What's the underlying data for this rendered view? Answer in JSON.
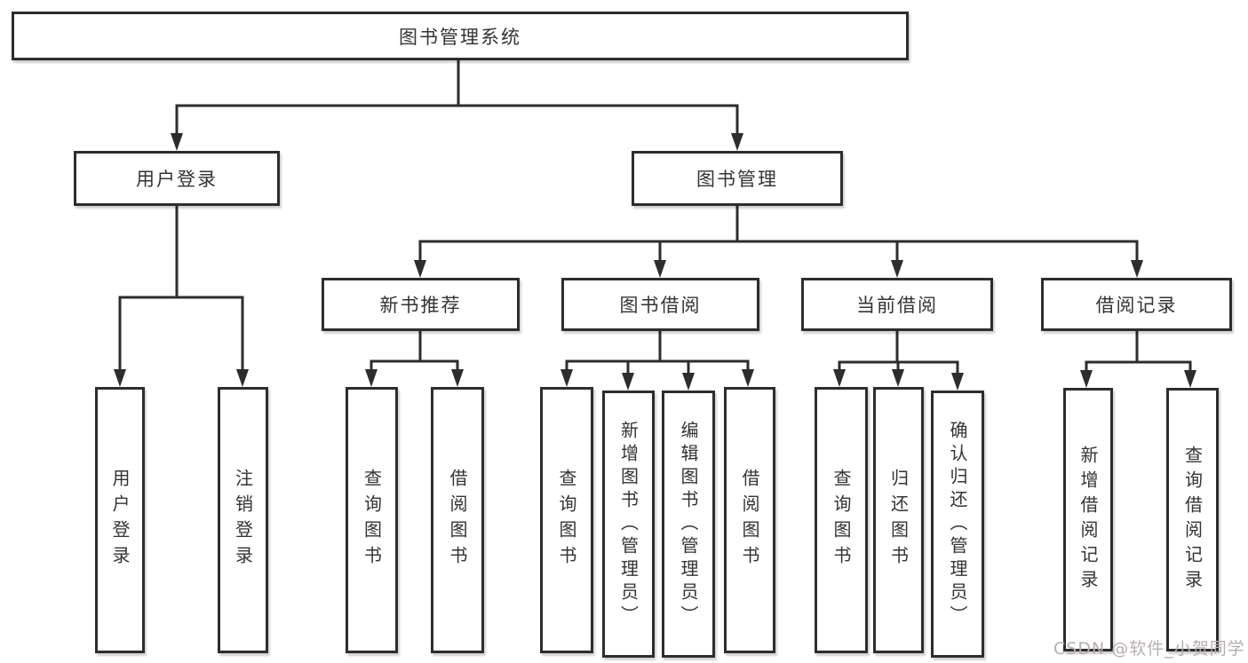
{
  "colors": {
    "line": "#2d2d2d",
    "box_border": "#2d2d2d",
    "text": "#333333",
    "watermark_text": "#b6aeae",
    "background": "#ffffff"
  },
  "watermark": "CSDN @软件_小贺同学",
  "tree": {
    "root": {
      "label": "图书管理系统"
    },
    "branches": [
      {
        "label": "用户登录",
        "children": [
          {
            "label": "用户登录"
          },
          {
            "label": "注销登录"
          }
        ]
      },
      {
        "label": "图书管理",
        "children": [
          {
            "label": "新书推荐",
            "children": [
              {
                "label": "查询图书"
              },
              {
                "label": "借阅图书"
              }
            ]
          },
          {
            "label": "图书借阅",
            "children": [
              {
                "label": "查询图书"
              },
              {
                "label": "新增图书（管理员）"
              },
              {
                "label": "编辑图书（管理员）"
              },
              {
                "label": "借阅图书"
              }
            ]
          },
          {
            "label": "当前借阅",
            "children": [
              {
                "label": "查询图书"
              },
              {
                "label": "归还图书"
              },
              {
                "label": "确认归还（管理员）"
              }
            ]
          },
          {
            "label": "借阅记录",
            "children": [
              {
                "label": "新增借阅记录"
              },
              {
                "label": "查询借阅记录"
              }
            ]
          }
        ]
      }
    ]
  }
}
